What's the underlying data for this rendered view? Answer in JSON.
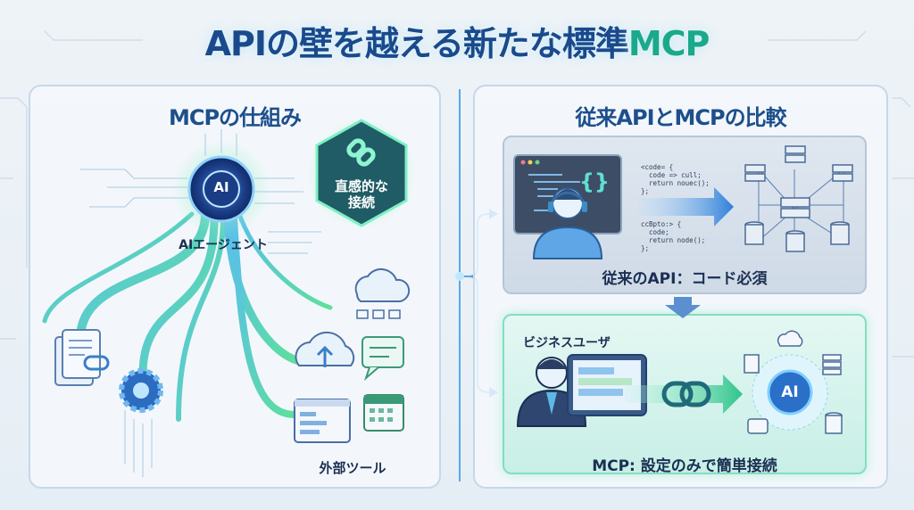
{
  "title": {
    "main": "APIの壁を越える新たな標準",
    "accent": "MCP"
  },
  "left_panel": {
    "heading": "MCPの仕組み",
    "ai_node": {
      "icon_text": "AI",
      "label": "AIエージェント"
    },
    "badge": {
      "line1": "直感的な",
      "line2": "接続"
    },
    "tools_label": "外部ツール"
  },
  "right_panel": {
    "heading": "従来APIとMCPの比較",
    "traditional": {
      "caption": "従来のAPI：コード必須",
      "code_top": "<code= {\n  code => cull;\n  return nouec();\n};",
      "code_bottom": "ccBpto:> {\n  code;\n  return node();\n};",
      "braces": "{}"
    },
    "mcp": {
      "user_label": "ビジネスユーザ",
      "caption": "MCP: 設定のみで簡単接続",
      "ai_text": "AI"
    }
  },
  "colors": {
    "navy": "#1a4a8c",
    "green": "#2fd08a",
    "teal": "#1aa98a",
    "blue": "#3a8fe0"
  }
}
